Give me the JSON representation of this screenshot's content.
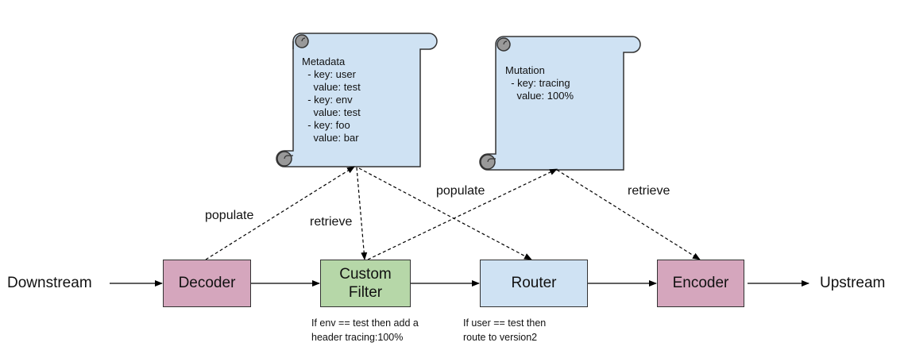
{
  "scroll_metadata": {
    "title": "Metadata",
    "lines": [
      "  - key: user",
      "    value: test",
      "  - key: env",
      "    value: test",
      "  - key: foo",
      "    value: bar"
    ]
  },
  "scroll_mutation": {
    "title": "Mutation",
    "lines": [
      "  - key: tracing",
      "    value: 100%"
    ]
  },
  "nodes": {
    "decoder": "Decoder",
    "custom_filter_line1": "Custom",
    "custom_filter_line2": "Filter",
    "router": "Router",
    "encoder": "Encoder"
  },
  "endpoints": {
    "downstream": "Downstream",
    "upstream": "Upstream"
  },
  "edge_labels": {
    "populate_left": "populate",
    "retrieve_left": "retrieve",
    "populate_right": "populate",
    "retrieve_right": "retrieve"
  },
  "notes": {
    "filter_line1": "If env == test then add a",
    "filter_line2": "header tracing:100%",
    "router_line1": "If user == test then",
    "router_line2": "route to version2"
  },
  "colors": {
    "scroll_fill": "#cfe2f3",
    "decoder_fill": "#d5a6bd",
    "filter_fill": "#b6d7a8",
    "router_fill": "#cfe2f3",
    "encoder_fill": "#d5a6bd",
    "scroll_curl": "#999999"
  }
}
